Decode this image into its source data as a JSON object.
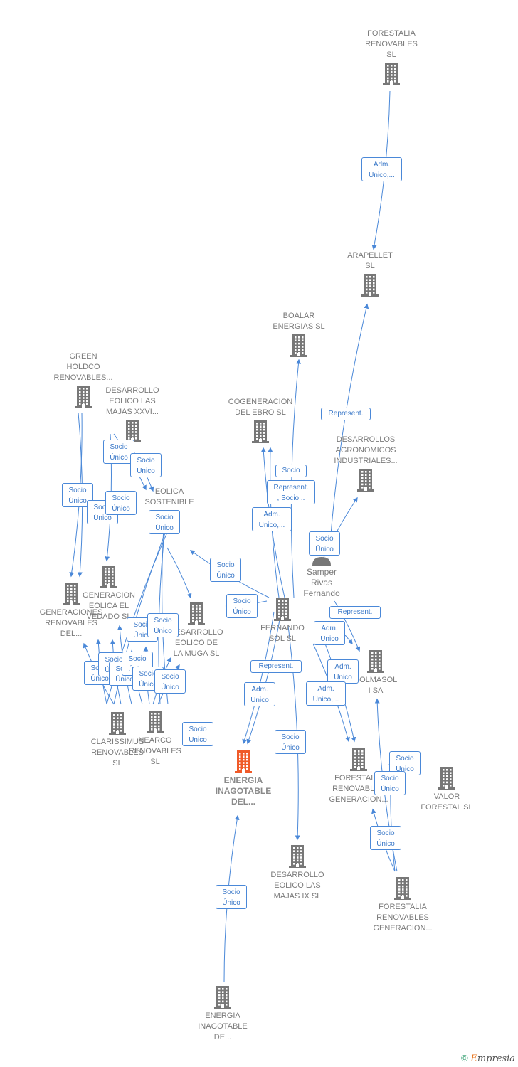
{
  "colors": {
    "edge": "#4a88d8",
    "building": "#777777",
    "focus": "#f05a28"
  },
  "nodes": [
    {
      "id": "forestalia",
      "label": "FORESTALIA\nRENOVABLES\nSL",
      "icon": "building-icon"
    },
    {
      "id": "arapellet",
      "label": "ARAPELLET\nSL",
      "icon": "building-icon"
    },
    {
      "id": "boalar",
      "label": "BOALAR\nENERGIAS  SL",
      "icon": "building-icon"
    },
    {
      "id": "cogeneracion",
      "label": "COGENERACION\nDEL EBRO  SL",
      "icon": "building-icon"
    },
    {
      "id": "desarrollos_agro",
      "label": "DESARROLLOS\nAGRONOMICOS\nINDUSTRIALES...",
      "icon": "building-icon"
    },
    {
      "id": "green_holdco",
      "label": "GREEN\nHOLDCO\nRENOVABLES...",
      "icon": "building-icon"
    },
    {
      "id": "majas_xxvi",
      "label": "DESARROLLO\nEOLICO LAS\nMAJAS XXVI...",
      "icon": "building-icon"
    },
    {
      "id": "eolica_sostenible",
      "label": "EOLICA\nSOSTENIBLE",
      "icon": "building-icon"
    },
    {
      "id": "samper",
      "label": "Samper\nRivas\nFernando",
      "icon": "person-icon"
    },
    {
      "id": "generaciones",
      "label": "GENERACIONES\nRENOVABLES\nDEL...",
      "icon": "building-icon"
    },
    {
      "id": "generacion_vedado",
      "label": "GENERACION\nEOLICA EL\nVEDADO SL",
      "icon": "building-icon"
    },
    {
      "id": "muga",
      "label": "DESARROLLO\nEOLICO DE\nLA MUGA SL",
      "icon": "building-icon"
    },
    {
      "id": "fernando_sol",
      "label": "FERNANDO\nSOL SL",
      "icon": "building-icon"
    },
    {
      "id": "solmasol",
      "label": "SOLMASOL\nI SA",
      "icon": "building-icon"
    },
    {
      "id": "clarissimus",
      "label": "CLARISSIMUS\nRENOVABLES\nSL",
      "icon": "building-icon"
    },
    {
      "id": "nearco",
      "label": "NEARCO\nRENOVABLES\nSL",
      "icon": "building-icon"
    },
    {
      "id": "energia_focus",
      "label": "ENERGIA\nINAGOTABLE\nDEL...",
      "icon": "building-icon"
    },
    {
      "id": "forestalia_gen1",
      "label": "FORESTALIA\nRENOVABLES\nGENERACION...",
      "icon": "building-icon"
    },
    {
      "id": "valor_forestal",
      "label": "VALOR\nFORESTAL SL",
      "icon": "building-icon"
    },
    {
      "id": "majas_ix",
      "label": "DESARROLLO\nEOLICO LAS\nMAJAS IX  SL",
      "icon": "building-icon"
    },
    {
      "id": "forestalia_gen2",
      "label": "FORESTALIA\nRENOVABLES\nGENERACION...",
      "icon": "building-icon"
    },
    {
      "id": "energia_de",
      "label": "ENERGIA\nINAGOTABLE\nDE...",
      "icon": "building-icon"
    }
  ],
  "edge_labels": [
    "Adm.\nUnico,...",
    "Represent.",
    "Socio",
    "Represent.\n, Socio...",
    "Adm.\nUnico,...",
    "Socio\nÚnico",
    "Represent.",
    "Adm.\nUnico",
    "Adm.\nUnico",
    "Adm.\nUnico,...",
    "Represent.",
    "Adm.\nUnico",
    "Socio\nÚnico",
    "Socio\nÚnico",
    "Socio\nÚnico",
    "Socio\nÚnico",
    "Socio\nÚnico",
    "Socio\nÚnico",
    "Socio\nÚnico",
    "Socio\nÚnico",
    "Socio\nÚnico",
    "Socio\nÚnico",
    "Socio\nÚnico",
    "Socio\nÚnico",
    "Socio\nÚnico",
    "Socio\nÚnico",
    "Socio\nÚnico",
    "Socio\nÚnico",
    "Socio\nÚnico",
    "Socio\nÚnico",
    "Socio\nÚnico",
    "Socio\nÚnico",
    "Socio\nÚnico",
    "Socio\nÚnico"
  ],
  "footer": {
    "copyright": "©",
    "brand_first": "E",
    "brand_rest": "mpresia"
  }
}
